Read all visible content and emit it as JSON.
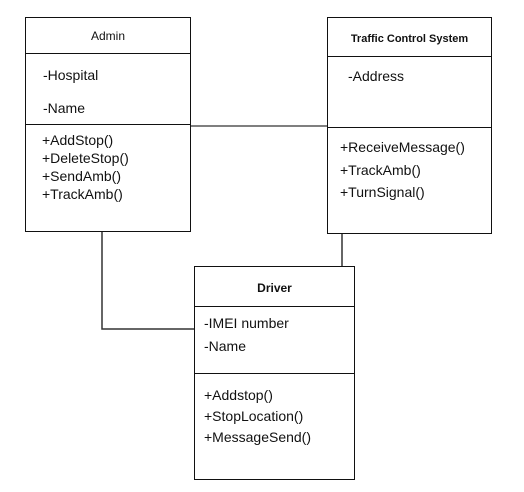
{
  "classes": {
    "admin": {
      "name": "Admin",
      "attributes": [
        "-Hospital",
        "-Name"
      ],
      "methods": [
        "+AddStop()",
        "+DeleteStop()",
        "+SendAmb()",
        "+TrackAmb()"
      ]
    },
    "traffic": {
      "name": "Traffic Control System",
      "attributes": [
        "-Address"
      ],
      "methods": [
        "+ReceiveMessage()",
        "+TrackAmb()",
        "+TurnSignal()"
      ]
    },
    "driver": {
      "name": "Driver",
      "attributes": [
        "-IMEI number",
        "-Name"
      ],
      "methods": [
        "+Addstop()",
        "+StopLocation()",
        "+MessageSend()"
      ]
    }
  }
}
